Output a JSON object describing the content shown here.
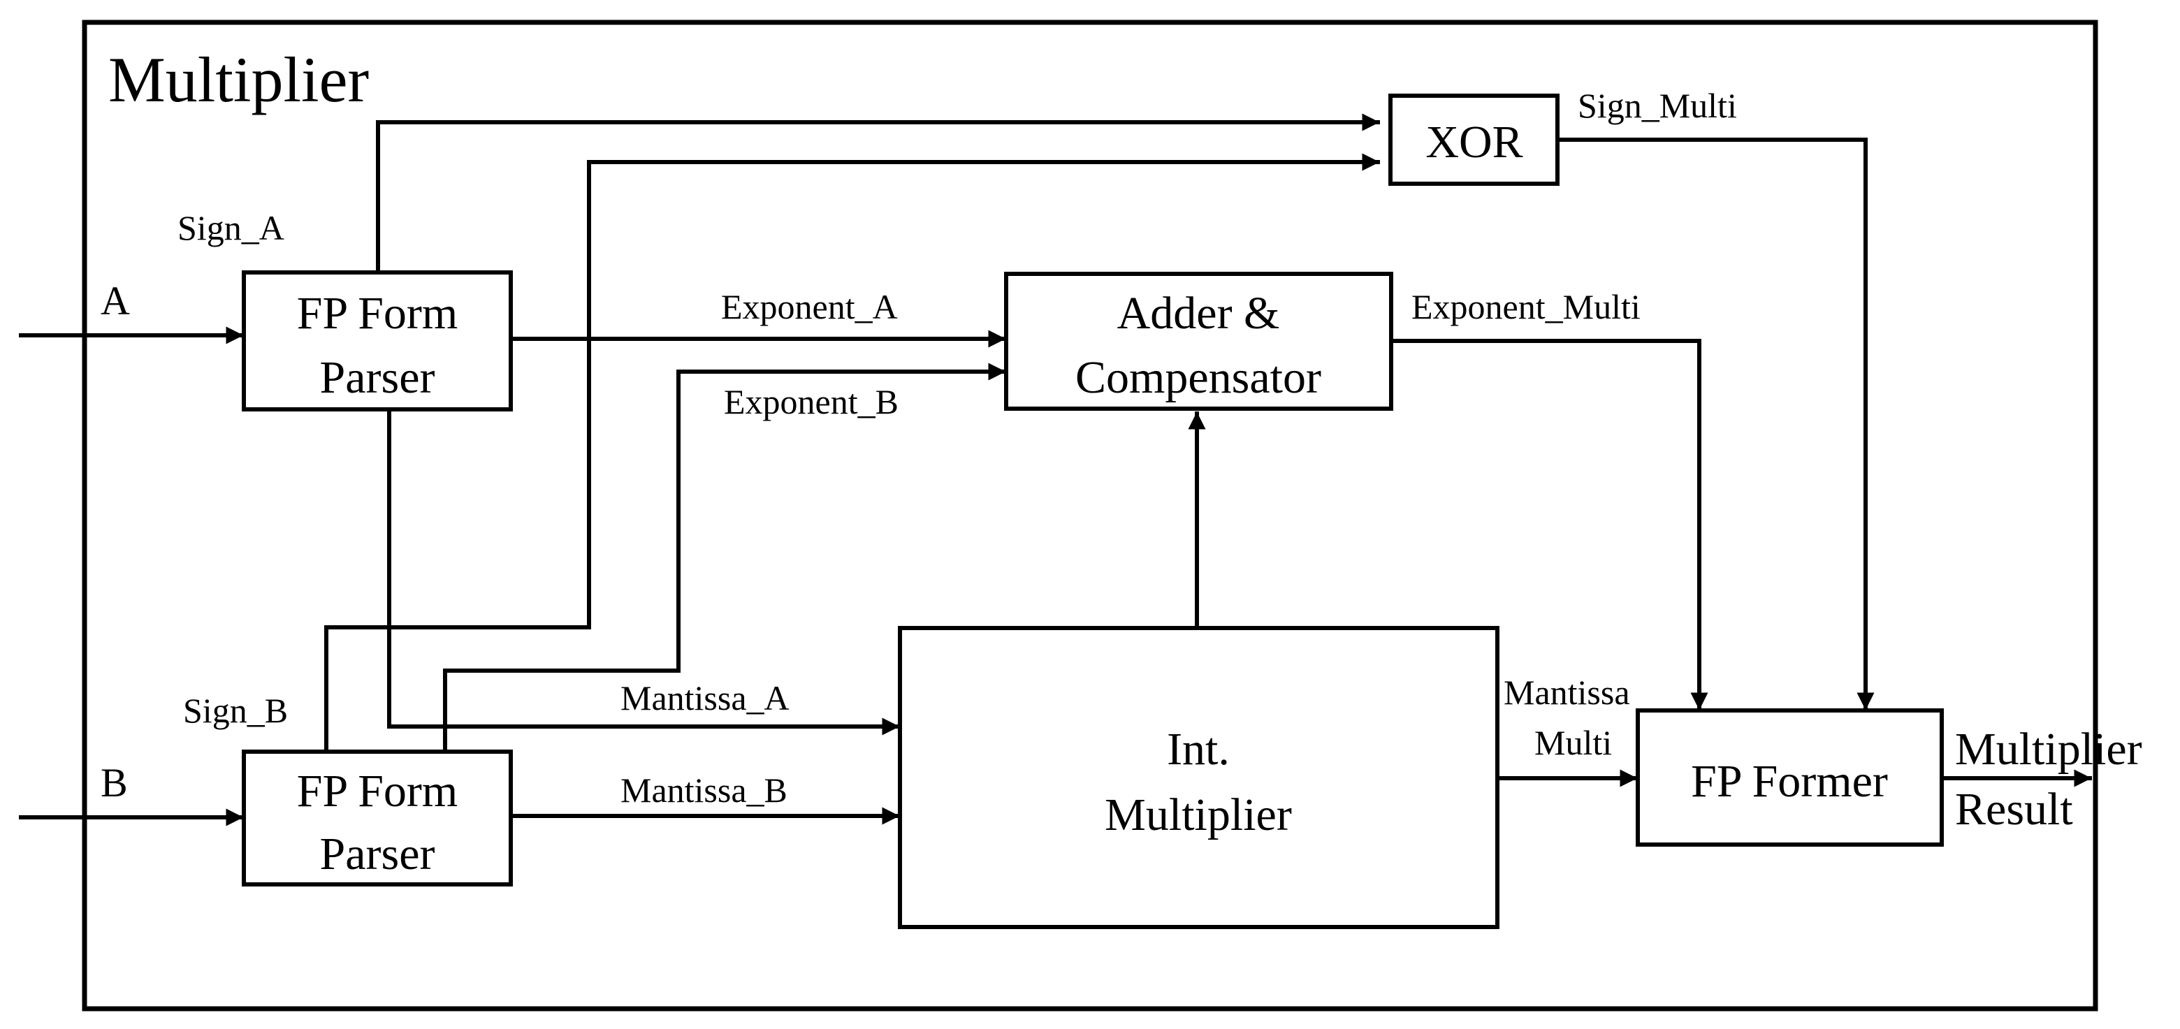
{
  "diagram": {
    "title": "Multiplier",
    "blocks": {
      "parser_a": {
        "line1": "FP Form",
        "line2": "Parser"
      },
      "parser_b": {
        "line1": "FP Form",
        "line2": "Parser"
      },
      "xor": {
        "label": "XOR"
      },
      "adder": {
        "line1": "Adder &",
        "line2": "Compensator"
      },
      "int_multiplier": {
        "line1": "Int.",
        "line2": "Multiplier"
      },
      "fp_former": {
        "label": "FP Former"
      }
    },
    "inputs": {
      "a": "A",
      "b": "B"
    },
    "signals": {
      "sign_a": "Sign_A",
      "sign_b": "Sign_B",
      "exponent_a": "Exponent_A",
      "exponent_b": "Exponent_B",
      "mantissa_a": "Mantissa_A",
      "mantissa_b": "Mantissa_B",
      "sign_multi": "Sign_Multi",
      "exponent_multi": "Exponent_Multi",
      "mantissa_multi_1": "Mantissa",
      "mantissa_multi_2": "Multi"
    },
    "output": {
      "line1": "Multiplier",
      "line2": "Result"
    }
  }
}
